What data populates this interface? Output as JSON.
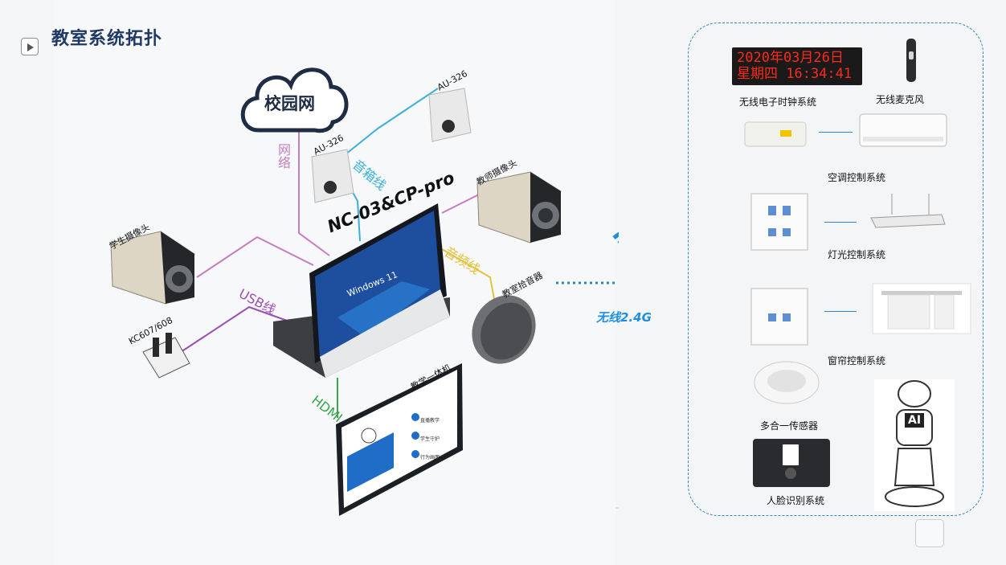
{
  "title": "教室系统拓扑",
  "hub": {
    "label": "NC-03&CP-pro",
    "screen_os": "Windows 11"
  },
  "cloud": {
    "label": "校园网"
  },
  "wires": {
    "network": "网络",
    "speaker": "音箱线",
    "audio": "音频线",
    "usb": "USB线",
    "hdmi": "HDMI"
  },
  "devices": {
    "speaker_left": "AU-326",
    "speaker_right": "AU-326",
    "teacher_camera": "教师摄像头",
    "student_camera": "学生摄像头",
    "kc": "KC607/608",
    "mic_pickup": "教室拾音器",
    "display": "教学一体机"
  },
  "display_screen": {
    "items": [
      "直播教学",
      "学生守护",
      "行为画面"
    ]
  },
  "wireless": {
    "label": "无线2.4G"
  },
  "right_panel": {
    "clock_line1": "2020年03月26日",
    "clock_line2": "星期四   16:34:41",
    "clock_system": "无线电子时钟系统",
    "wireless_mic": "无线麦克风",
    "ac_system": "空调控制系统",
    "light_system": "灯光控制系统",
    "curtain_system": "窗帘控制系统",
    "sensor": "多合一传感器",
    "face_system": "人脸识别系统",
    "robot_badge": "AI"
  },
  "colors": {
    "title": "#1f3864",
    "network": "#c77dc0",
    "speaker": "#3aaed8",
    "audio": "#e2c23a",
    "usb": "#9b4fb4",
    "hdmi": "#3aa64a",
    "panel_border": "#2e86c9",
    "wireless": "#1e8fe0"
  }
}
